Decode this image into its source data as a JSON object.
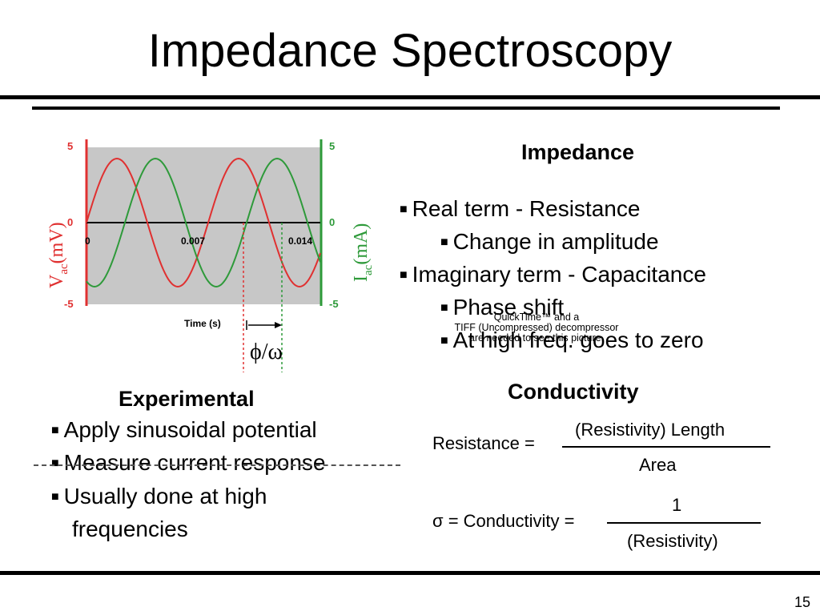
{
  "slide": {
    "title": "Impedance Spectroscopy",
    "page_number": "15"
  },
  "impedance": {
    "heading": "Impedance",
    "bullets": [
      {
        "text": "Real term - Resistance",
        "level": 1
      },
      {
        "text": "Change in amplitude",
        "level": 2
      },
      {
        "text": "Imaginary term - Capacitance",
        "level": 1
      },
      {
        "text": "Phase shift",
        "level": 2
      },
      {
        "text": "At high freq. goes to zero",
        "level": 2
      }
    ]
  },
  "placeholder": {
    "line1": "QuickTime™ and a",
    "line2": "TIFF (Uncompressed) decompressor",
    "line3": "are needed to see this picture."
  },
  "experimental": {
    "heading": "Experimental",
    "bullets": [
      "Apply sinusoidal potential",
      "Measure current response",
      "Usually done at high",
      "frequencies"
    ]
  },
  "conductivity": {
    "heading": "Conductivity",
    "eq1": {
      "lhs": "Resistance =",
      "numerator": "(Resistivity) Length",
      "denominator": "Area"
    },
    "eq2": {
      "lhs": "σ = Conductivity =",
      "numerator": "1",
      "denominator": "(Resistivity)"
    }
  },
  "graph": {
    "left_axis": {
      "label": "V",
      "sub": "ac",
      "unit": "(mV)",
      "ticks": [
        "5",
        "0",
        "-5"
      ],
      "color": "#e03030"
    },
    "right_axis": {
      "label": "I",
      "sub": "ac",
      "unit": "(mA)",
      "ticks": [
        "5",
        "0",
        "-5"
      ],
      "color": "#2e9a3a"
    },
    "x_ticks": [
      "0",
      "0.007",
      "0.014"
    ],
    "x_label": "Time (s)",
    "phase_label": "ϕ/ω",
    "plot_bg": "#c7c7c7"
  }
}
